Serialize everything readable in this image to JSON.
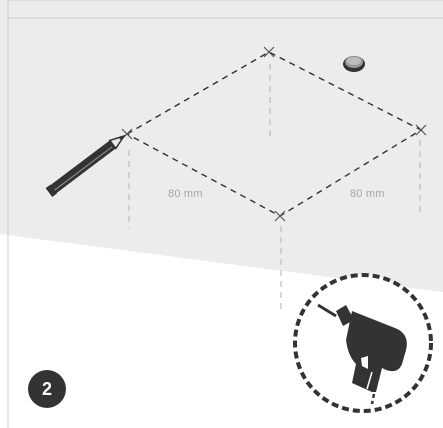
{
  "step": {
    "number": "2"
  },
  "measurements": {
    "left_distance": "80 mm",
    "right_distance": "80 mm"
  },
  "icons": {
    "pencil": "pencil-icon",
    "drill": "drill-icon",
    "magnet": "round-magnet-icon",
    "markers": "cross-mark-icon"
  },
  "colors": {
    "wall": "#ececec",
    "floor": "#ffffff",
    "line": "#333333",
    "guide": "#bdbdbd",
    "badge": "#333333",
    "border": "#cccccc"
  }
}
